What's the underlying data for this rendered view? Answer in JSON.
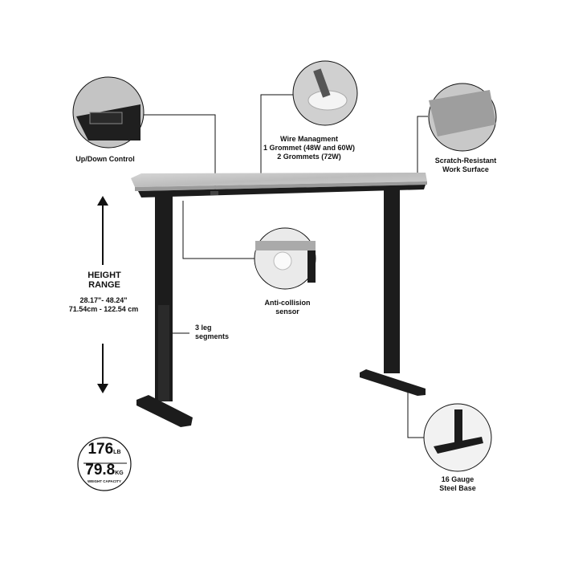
{
  "features": {
    "updown": {
      "label": "Up/Down Control"
    },
    "wire": {
      "lines": [
        "Wire Managment",
        "1 Grommet (48W and 60W)",
        "2 Grommets (72W)"
      ]
    },
    "surface": {
      "lines": [
        "Scratch-Resistant",
        "Work Surface"
      ]
    },
    "sensor": {
      "lines": [
        "Anti-collision",
        "sensor"
      ]
    },
    "legs": {
      "lines": [
        "3 leg",
        "segments"
      ]
    },
    "base": {
      "lines": [
        "16 Gauge",
        "Steel Base"
      ]
    }
  },
  "height": {
    "title": [
      "HEIGHT",
      "RANGE"
    ],
    "inches": "28.17\"- 48.24\"",
    "cm": "71.54cm - 122.54 cm"
  },
  "capacity": {
    "lb_value": "176",
    "lb_unit": "LB",
    "kg_value": "79.8",
    "kg_unit": "KG",
    "caption": "WEIGHT CAPACITY"
  },
  "colors": {
    "surface": "#c9c9c9",
    "frame": "#1c1c1c"
  }
}
